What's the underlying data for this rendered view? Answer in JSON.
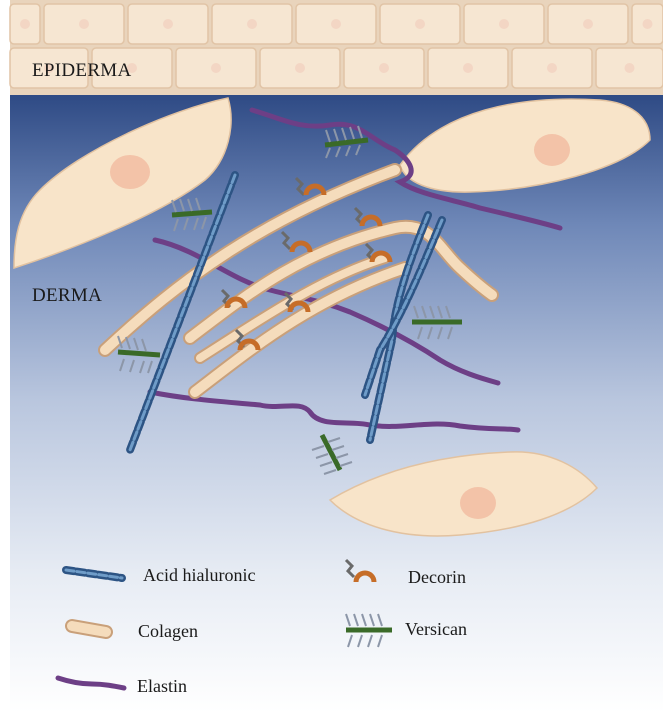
{
  "regions": {
    "epidermis": "EPIDERMA",
    "dermis": "DERMA"
  },
  "legend": {
    "hyaluronic_acid": "Acid hialuronic",
    "collagen": "Colagen",
    "elastin": "Elastin",
    "decorin": "Decorin",
    "versican": "Versican"
  },
  "colors": {
    "epidermis_cell": "#f6e6d2",
    "cell_border": "#e1c4a6",
    "dermis_top": "#2c4a84",
    "dermis_bottom": "#ffffff",
    "fibroblast": "#f8e2c6",
    "nucleus": "#f2c2a6",
    "collagen": "#f0d2ae",
    "hyaluronic_acid": "#3d6a9c",
    "elastin": "#6e3e86",
    "decorin": "#c9702a",
    "versican_core": "#3c6a2a"
  }
}
